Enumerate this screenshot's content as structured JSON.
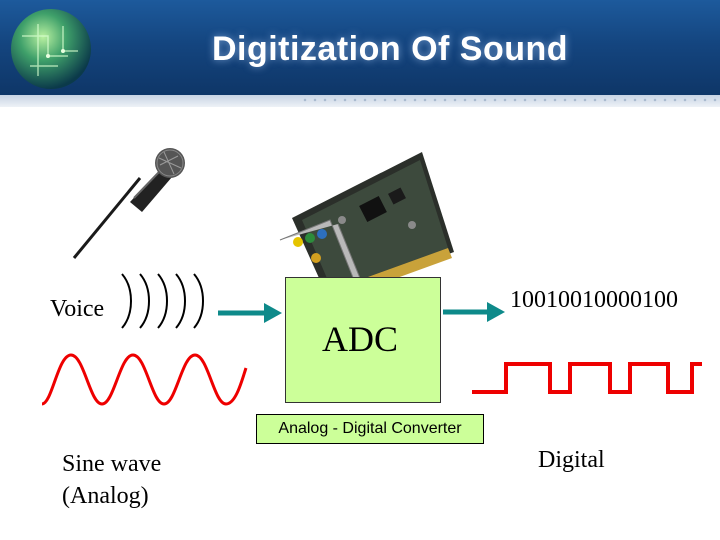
{
  "slide": {
    "title": "Digitization Of Sound",
    "voice_label": "Voice",
    "adc_label": "ADC",
    "adc_caption": "Analog - Digital Converter",
    "binary_output": "10010010000100",
    "analog_label_line1": "Sine wave",
    "analog_label_line2": "(Analog)",
    "digital_label": "Digital"
  },
  "colors": {
    "header": "#14457f",
    "adc_fill": "#ccff99",
    "arrow": "#0e8a8a",
    "waveform": "#ee0000"
  },
  "icons": [
    "globe-icon",
    "microphone-icon",
    "sound-card-icon",
    "sound-waves-icon"
  ]
}
